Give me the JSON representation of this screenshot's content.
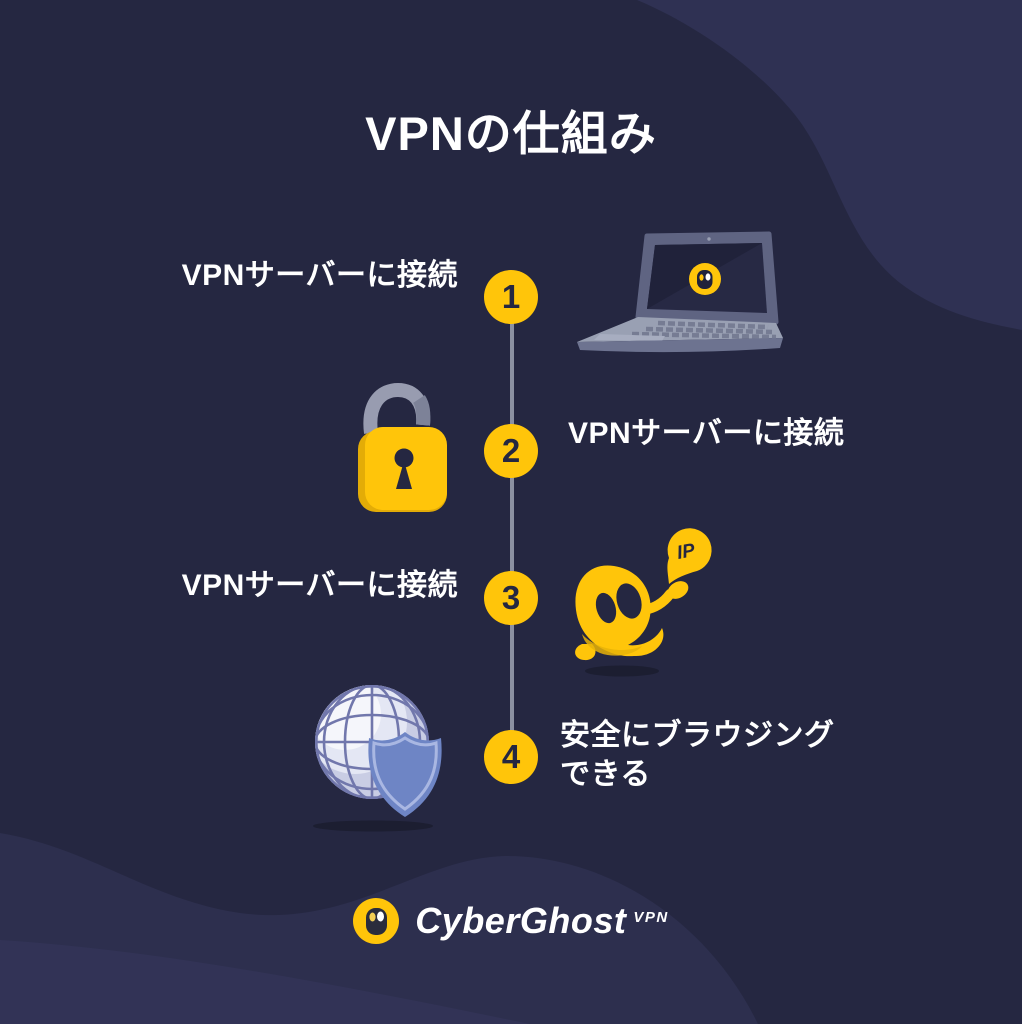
{
  "title": "VPNの仕組み",
  "steps": [
    {
      "number": "1",
      "icon": "laptop-icon",
      "lines": [
        "VPNサーバーに接続"
      ]
    },
    {
      "number": "2",
      "icon": "padlock-icon",
      "lines": [
        "VPNサーバーに接続"
      ]
    },
    {
      "number": "3",
      "icon": "ghost-ip-icon",
      "lines": [
        "VPNサーバーに接続"
      ]
    },
    {
      "number": "4",
      "icon": "globe-shield-icon",
      "lines": [
        "安全にブラウジング",
        "できる"
      ]
    }
  ],
  "ghost_ip_badge": "IP",
  "logo": {
    "name": "CyberGhost",
    "suffix": "VPN"
  },
  "colors": {
    "background": "#252741",
    "wave_light": "#2F3153",
    "wave_bottom": "#2D2F4E",
    "wave_bottom_light": "#343659",
    "accent_yellow": "#FFC50A",
    "number_navy": "#252741",
    "text_white": "#FFFFFF",
    "timeline_grey": "#8B90A1",
    "laptop_slate": "#5F6482",
    "screen_dark": "#20223A",
    "shackle_grey": "#989CB0",
    "globe_lavender": "#D5D9EC",
    "globe_line": "#7177AC",
    "shield_blue": "#6E85C5",
    "shield_edge": "#A9B7E2",
    "shadow": "#1C1E31"
  }
}
